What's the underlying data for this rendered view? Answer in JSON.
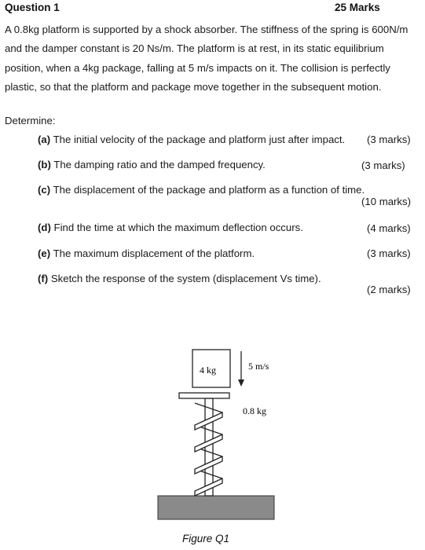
{
  "header": {
    "question": "Question 1",
    "total_marks": "25 Marks"
  },
  "problem_text": "A 0.8kg platform is supported by a shock absorber. The stiffness of the spring is 600N/m and the damper constant is 20 Ns/m. The platform is at rest, in its static equilibrium position, when a 4kg package, falling at 5 m/s impacts on it. The collision is perfectly plastic, so that the platform and package move together in the subsequent motion.",
  "determine_label": "Determine:",
  "parts": [
    {
      "letter": "(a)",
      "text": "The initial velocity of the package and platform just after impact.",
      "marks": "(3 marks)"
    },
    {
      "letter": "(b)",
      "text": "The damping ratio and the damped frequency.",
      "marks": "(3 marks)"
    },
    {
      "letter": "(c)",
      "text": "The displacement of the package and platform as a function of time.",
      "marks": "(10 marks)"
    },
    {
      "letter": "(d)",
      "text": "Find the time at which the maximum deflection occurs.",
      "marks": "(4 marks)"
    },
    {
      "letter": "(e)",
      "text": "The maximum displacement of the platform.",
      "marks": "(3 marks)"
    },
    {
      "letter": "(f)",
      "text": "Sketch the response of the system (displacement Vs time).",
      "marks": "(2 marks)"
    }
  ],
  "figure": {
    "package_label": "4 kg",
    "velocity_label": "5 m/s",
    "platform_label": "0.8 kg",
    "caption": "Figure Q1"
  }
}
